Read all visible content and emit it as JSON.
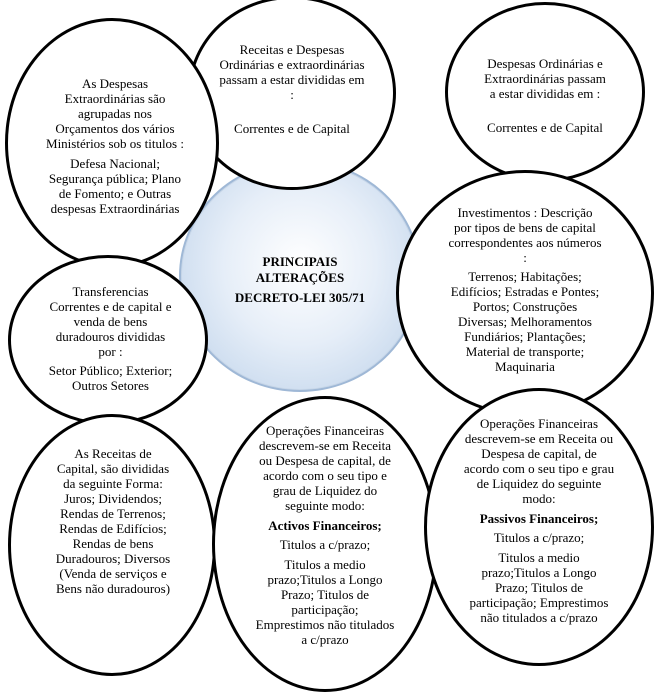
{
  "nodes": {
    "center": {
      "line1": "PRINCIPAIS",
      "line2": "ALTERAÇÕES",
      "line3": "DECRETO-LEI  305/71"
    },
    "top_center": {
      "lines": [
        "Receitas e Despesas",
        "Ordinárias  e extraordinárias",
        "passam a estar  divididas em",
        ":"
      ],
      "footer": "Correntes e de Capital"
    },
    "top_right": {
      "lines": [
        "Despesas Ordinárias  e",
        "Extraordinárias passam",
        "a estar  divididas em :"
      ],
      "footer": "Correntes e de Capital"
    },
    "top_left": {
      "lines": [
        "As  Despesas",
        "Extraordinárias são",
        "agrupadas nos",
        "Orçamentos dos vários",
        "Ministérios sob os titulos :"
      ],
      "body": [
        "Defesa Nacional;",
        "Segurança pública; Plano",
        "de Fomento; e Outras",
        "despesas Extraordinárias"
      ]
    },
    "middle_right": {
      "lines": [
        "Investimentos : Descrição",
        "por tipos de bens de capital",
        "correspondentes aos números",
        ":"
      ],
      "body": [
        "Terrenos; Habitações;",
        "Edifícios; Estradas e Pontes;",
        "Portos; Construções",
        "Diversas; Melhoramentos",
        "Fundiários;  Plantações;",
        "Material de transporte;",
        "Maquinaria"
      ]
    },
    "middle_left": {
      "lines": [
        "Transferencias",
        "Correntes e de capital e",
        "venda de bens",
        "duradouros divididas",
        "por :"
      ],
      "body": [
        "Setor Público; Exterior;",
        "Outros Setores"
      ]
    },
    "bottom_left": {
      "lines": [
        "As Receitas  de",
        "Capital, são divididas",
        "da seguinte Forma:",
        "Juros; Dividendos;",
        "Rendas de Terrenos;",
        "Rendas de Edifícios;",
        "Rendas de bens",
        "Duradouros; Diversos",
        "(Venda de serviços e",
        "Bens não duradouros)"
      ]
    },
    "bottom_center": {
      "lines": [
        "Operações Financeiras",
        "descrevem-se em Receita",
        "ou Despesa de capital,  de",
        "acordo com o seu tipo e",
        "grau de Liquidez do",
        "seguinte modo:"
      ],
      "heading": "Activos Financeiros;",
      "item1": "Titulos a c/prazo;",
      "item2": [
        "Titulos a medio",
        "prazo;Titulos  a Longo",
        "Prazo; Titulos de",
        "participação;",
        "Emprestimos não titulados",
        "a c/prazo"
      ]
    },
    "bottom_right": {
      "lines": [
        "Operações Financeiras",
        "descrevem-se em Receita ou",
        "Despesa de capital, de",
        "acordo com o seu tipo e grau",
        "de Liquidez do seguinte",
        "modo:"
      ],
      "heading": "Passivos Financeiros;",
      "item1": "Titulos a c/prazo;",
      "item2": [
        "Titulos a medio",
        "prazo;Titulos  a Longo",
        "Prazo; Titulos de",
        "participação; Emprestimos",
        "não titulados a c/prazo"
      ]
    }
  }
}
